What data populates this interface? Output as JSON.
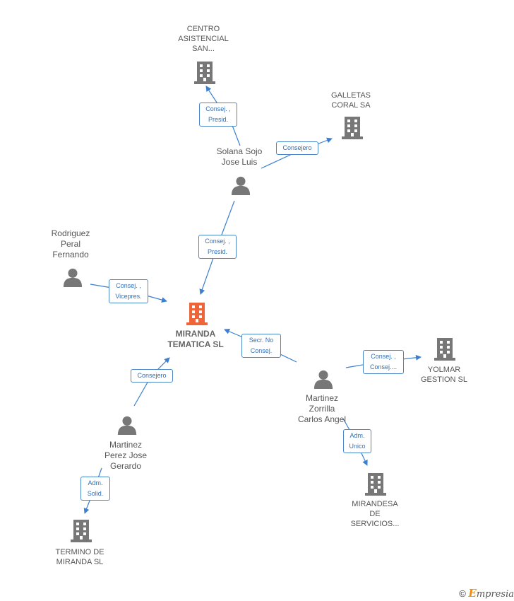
{
  "colors": {
    "edge": "#3b7fd0",
    "node_icon": "#777777",
    "main_icon": "#f0643a",
    "label_border": "#4a86c8",
    "label_text": "#2f6fb8"
  },
  "nodes": {
    "miranda": {
      "label": "MIRANDA\nTEMATICA  SL",
      "type": "main-company-icon"
    },
    "centro": {
      "label": "CENTRO\nASISTENCIAL\nSAN...",
      "type": "building-icon"
    },
    "galletas": {
      "label": "GALLETAS\nCORAL SA",
      "type": "building-icon"
    },
    "solana": {
      "label": "Solana Sojo\nJose Luis",
      "type": "person-icon"
    },
    "rodriguez": {
      "label": "Rodriguez\nPeral\nFernando",
      "type": "person-icon"
    },
    "yolmar": {
      "label": "YOLMAR\nGESTION  SL",
      "type": "building-icon"
    },
    "martinez_z": {
      "label": "Martinez\nZorrilla\nCarlos Angel",
      "type": "person-icon"
    },
    "martinez_p": {
      "label": "Martinez\nPerez Jose\nGerardo",
      "type": "person-icon"
    },
    "mirandesa": {
      "label": "MIRANDESA\nDE\nSERVICIOS...",
      "type": "building-icon"
    },
    "termino": {
      "label": "TERMINO DE\nMIRANDA SL",
      "type": "building-icon"
    }
  },
  "relations": {
    "solana_centro": "Consej. ,\nPresid.",
    "solana_galletas": "Consejero",
    "solana_miranda": "Consej. ,\nPresid.",
    "rodriguez_miranda": "Consej. ,\nVicepres.",
    "martinez_z_miranda": "Secr.  No\nConsej.",
    "martinez_z_yolmar": "Consej. ,\nConsej....",
    "martinez_z_mirandesa": "Adm.\nUnico",
    "martinez_p_miranda": "Consejero",
    "martinez_p_termino": "Adm.\nSolid."
  },
  "footer": {
    "copyright": "©",
    "brand_initial": "E",
    "brand_rest": "mpresia"
  }
}
